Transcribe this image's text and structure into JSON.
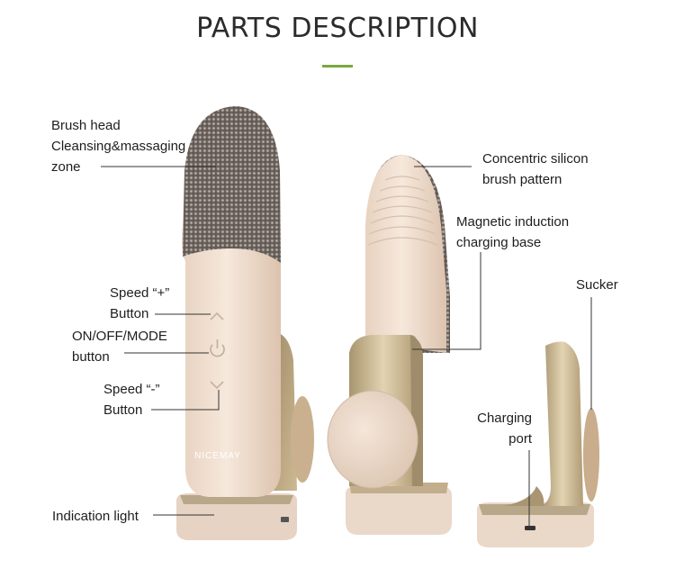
{
  "title": "PARTS DESCRIPTION",
  "colors": {
    "accent": "#7aa83f",
    "device_body": "#efdccd",
    "gold_stand": "#c9b48f",
    "brush_head": "#7a716b",
    "leader_line": "#333333"
  },
  "labels": {
    "brush_head": [
      "Brush head",
      "Cleansing&massaging",
      "zone"
    ],
    "speed_plus": [
      "Speed “+”",
      "Button"
    ],
    "on_off_mode": [
      "ON/OFF/MODE",
      "button"
    ],
    "speed_minus": [
      "Speed “-”",
      "Button"
    ],
    "indication_light": "Indication light",
    "concentric": [
      "Concentric silicon",
      "brush pattern"
    ],
    "magnetic": [
      "Magnetic induction",
      "charging base"
    ],
    "sucker": "Sucker",
    "charging_port": [
      "Charging",
      "port"
    ]
  },
  "brand": "NICEMAY",
  "icons": [
    "chevron-up-icon",
    "power-icon",
    "chevron-down-icon"
  ]
}
